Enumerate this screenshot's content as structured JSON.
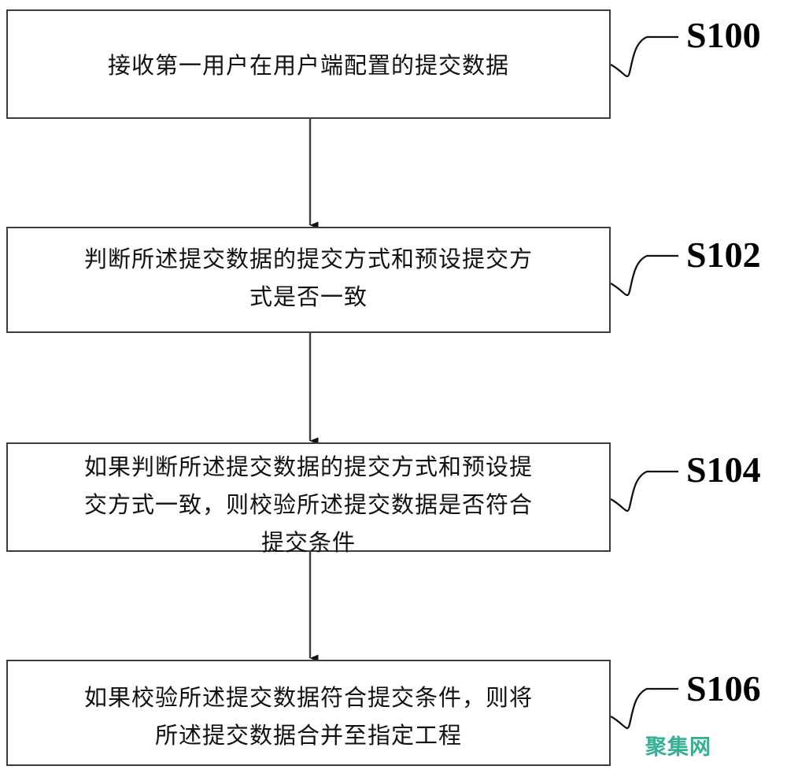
{
  "figure": {
    "type": "flowchart",
    "orientation": "vertical",
    "background_color": "#ffffff",
    "line_color": "#3d3d3d"
  },
  "steps": [
    {
      "id": "S100",
      "label": "S100",
      "text": "接收第一用户在用户端配置的提交数据"
    },
    {
      "id": "S102",
      "label": "S102",
      "text": "判断所述提交数据的提交方式和预设提交方\n式是否一致"
    },
    {
      "id": "S104",
      "label": "S104",
      "text": "如果判断所述提交数据的提交方式和预设提\n交方式一致，则校验所述提交数据是否符合\n提交条件"
    },
    {
      "id": "S106",
      "label": "S106",
      "text": "如果校验所述提交数据符合提交条件，则将\n所述提交数据合并至指定工程"
    }
  ],
  "connectors": [
    {
      "from": "S100",
      "to": "S102",
      "style": "arrow-down"
    },
    {
      "from": "S102",
      "to": "S104",
      "style": "arrow-down"
    },
    {
      "from": "S104",
      "to": "S106",
      "style": "arrow-down"
    }
  ],
  "leader_lines": [
    {
      "for": "S100",
      "style": "curved-s"
    },
    {
      "for": "S102",
      "style": "curved-s"
    },
    {
      "for": "S104",
      "style": "curved-s"
    },
    {
      "for": "S106",
      "style": "curved-s"
    }
  ],
  "watermark": {
    "text": "聚集网",
    "color": "#35b093"
  }
}
